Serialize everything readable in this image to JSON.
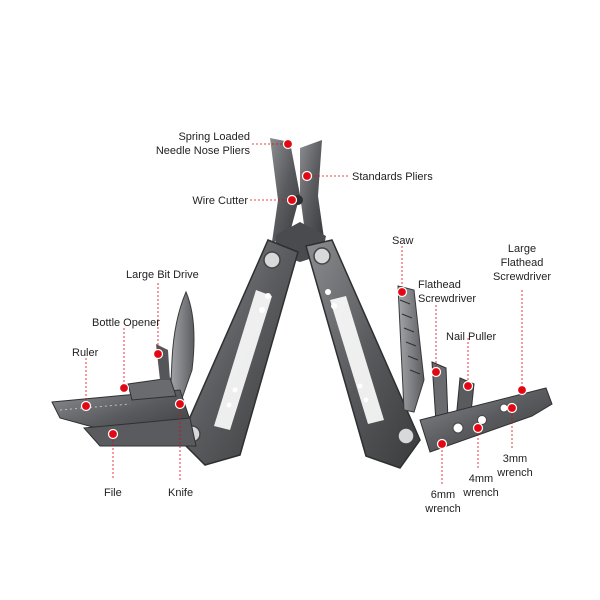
{
  "labels": {
    "spring_loaded": "Spring Loaded\nNeedle Nose Pliers",
    "standards_pliers": "Standards Pliers",
    "wire_cutter": "Wire Cutter",
    "saw": "Saw",
    "large_flathead": "Large\nFlathead\nScrewdriver",
    "flathead": "Flathead\nScrewdriver",
    "large_bit": "Large Bit Drive",
    "bottle_opener": "Bottle Opener",
    "nail_puller": "Nail Puller",
    "ruler": "Ruler",
    "file": "File",
    "knife": "Knife",
    "six_mm": "6mm\nwrench",
    "four_mm": "4mm\nwrench",
    "three_mm": "3mm\nwrench"
  },
  "colors": {
    "marker": "#e30613",
    "leader": "#e30613",
    "tool_dark": "#3c3c3e",
    "tool_mid": "#66676a",
    "tool_light": "#9a9b9e",
    "text": "#222222"
  }
}
